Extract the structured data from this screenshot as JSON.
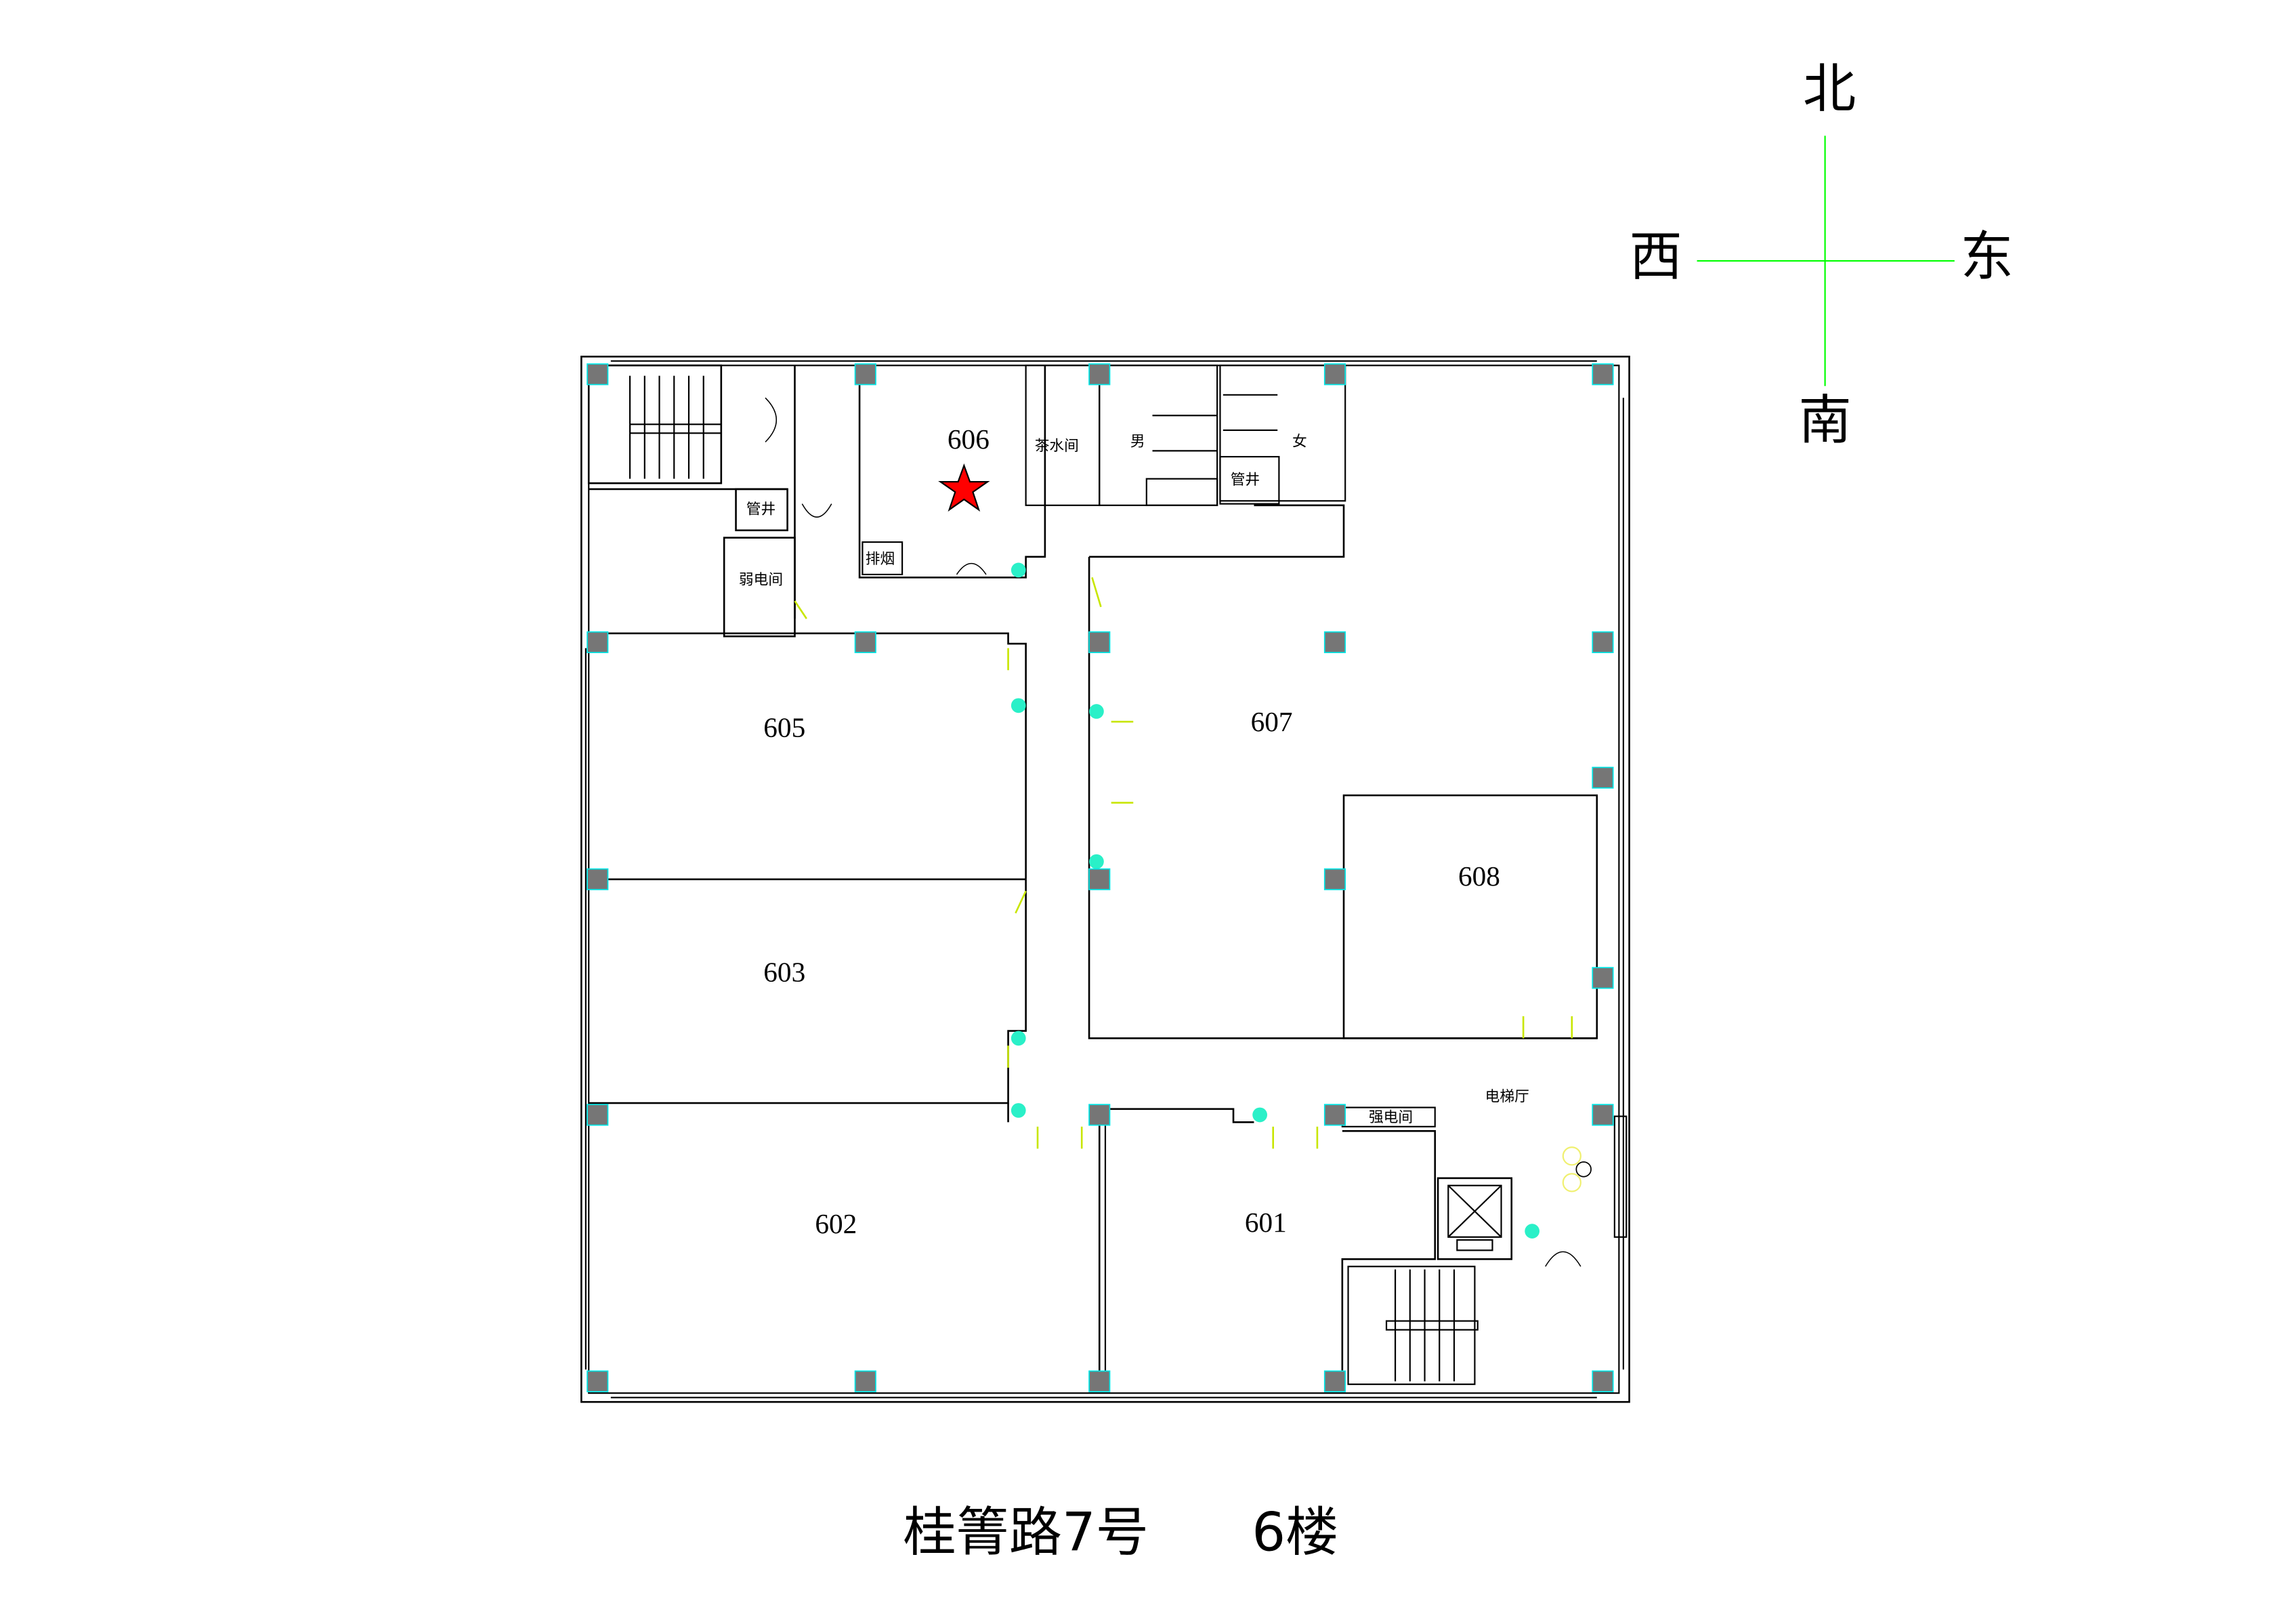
{
  "compass": {
    "north": "北",
    "south": "南",
    "west": "西",
    "east": "东",
    "line_color": "#00ff00"
  },
  "rooms": {
    "r601": "601",
    "r602": "602",
    "r603": "603",
    "r605": "605",
    "r606": "606",
    "r607": "607",
    "r608": "608"
  },
  "labels": {
    "tea_room": "茶水间",
    "men": "男",
    "women": "女",
    "shaft_left": "管井",
    "shaft_right": "管井",
    "weak_electric": "弱电间",
    "strong_electric": "强电间",
    "smoke_exhaust": "排烟",
    "elevator_hall": "电梯厅"
  },
  "marker": {
    "icon": "star-icon",
    "color": "#ff0000",
    "room": "606"
  },
  "title": {
    "address": "桂箐路7号",
    "floor": "6楼"
  }
}
